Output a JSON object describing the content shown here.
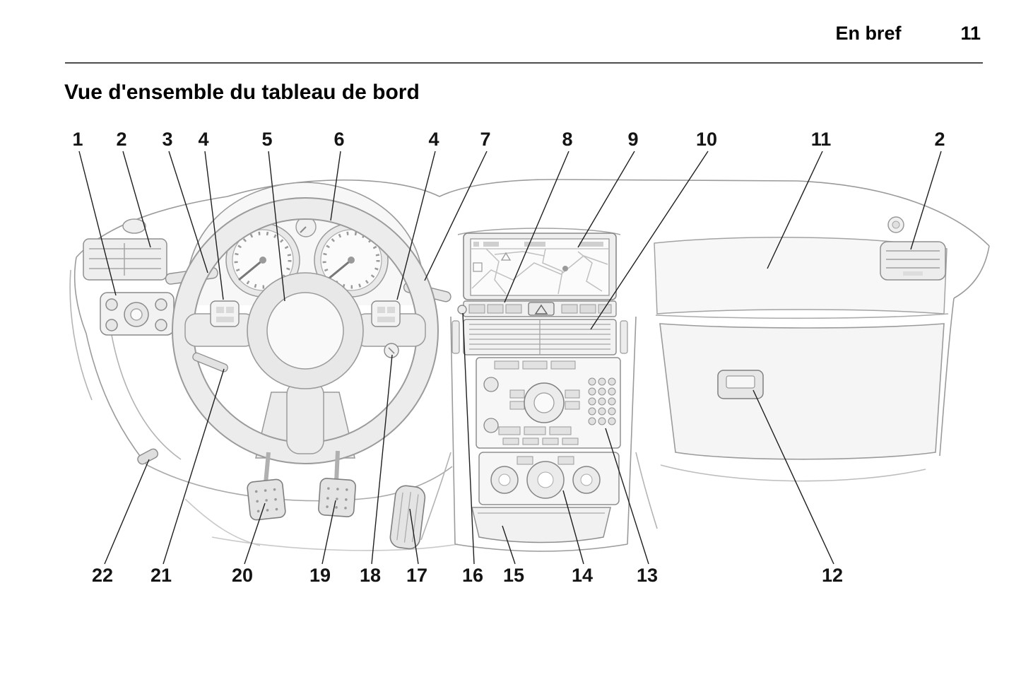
{
  "page": {
    "header": {
      "section_title": "En bref",
      "page_number": "11"
    },
    "heading": "Vue d'ensemble du tableau de bord"
  },
  "diagram": {
    "callouts_top": [
      "1",
      "2",
      "3",
      "4",
      "5",
      "6",
      "4",
      "7",
      "8",
      "9",
      "10",
      "11",
      "2"
    ],
    "callouts_bottom": [
      "22",
      "21",
      "20",
      "19",
      "18",
      "17",
      "16",
      "15",
      "14",
      "13",
      "12"
    ]
  },
  "colors": {
    "background": "#ffffff",
    "text": "#000000",
    "drawing_line": "#9b9b9b",
    "leader_line": "#1f1f1f"
  }
}
